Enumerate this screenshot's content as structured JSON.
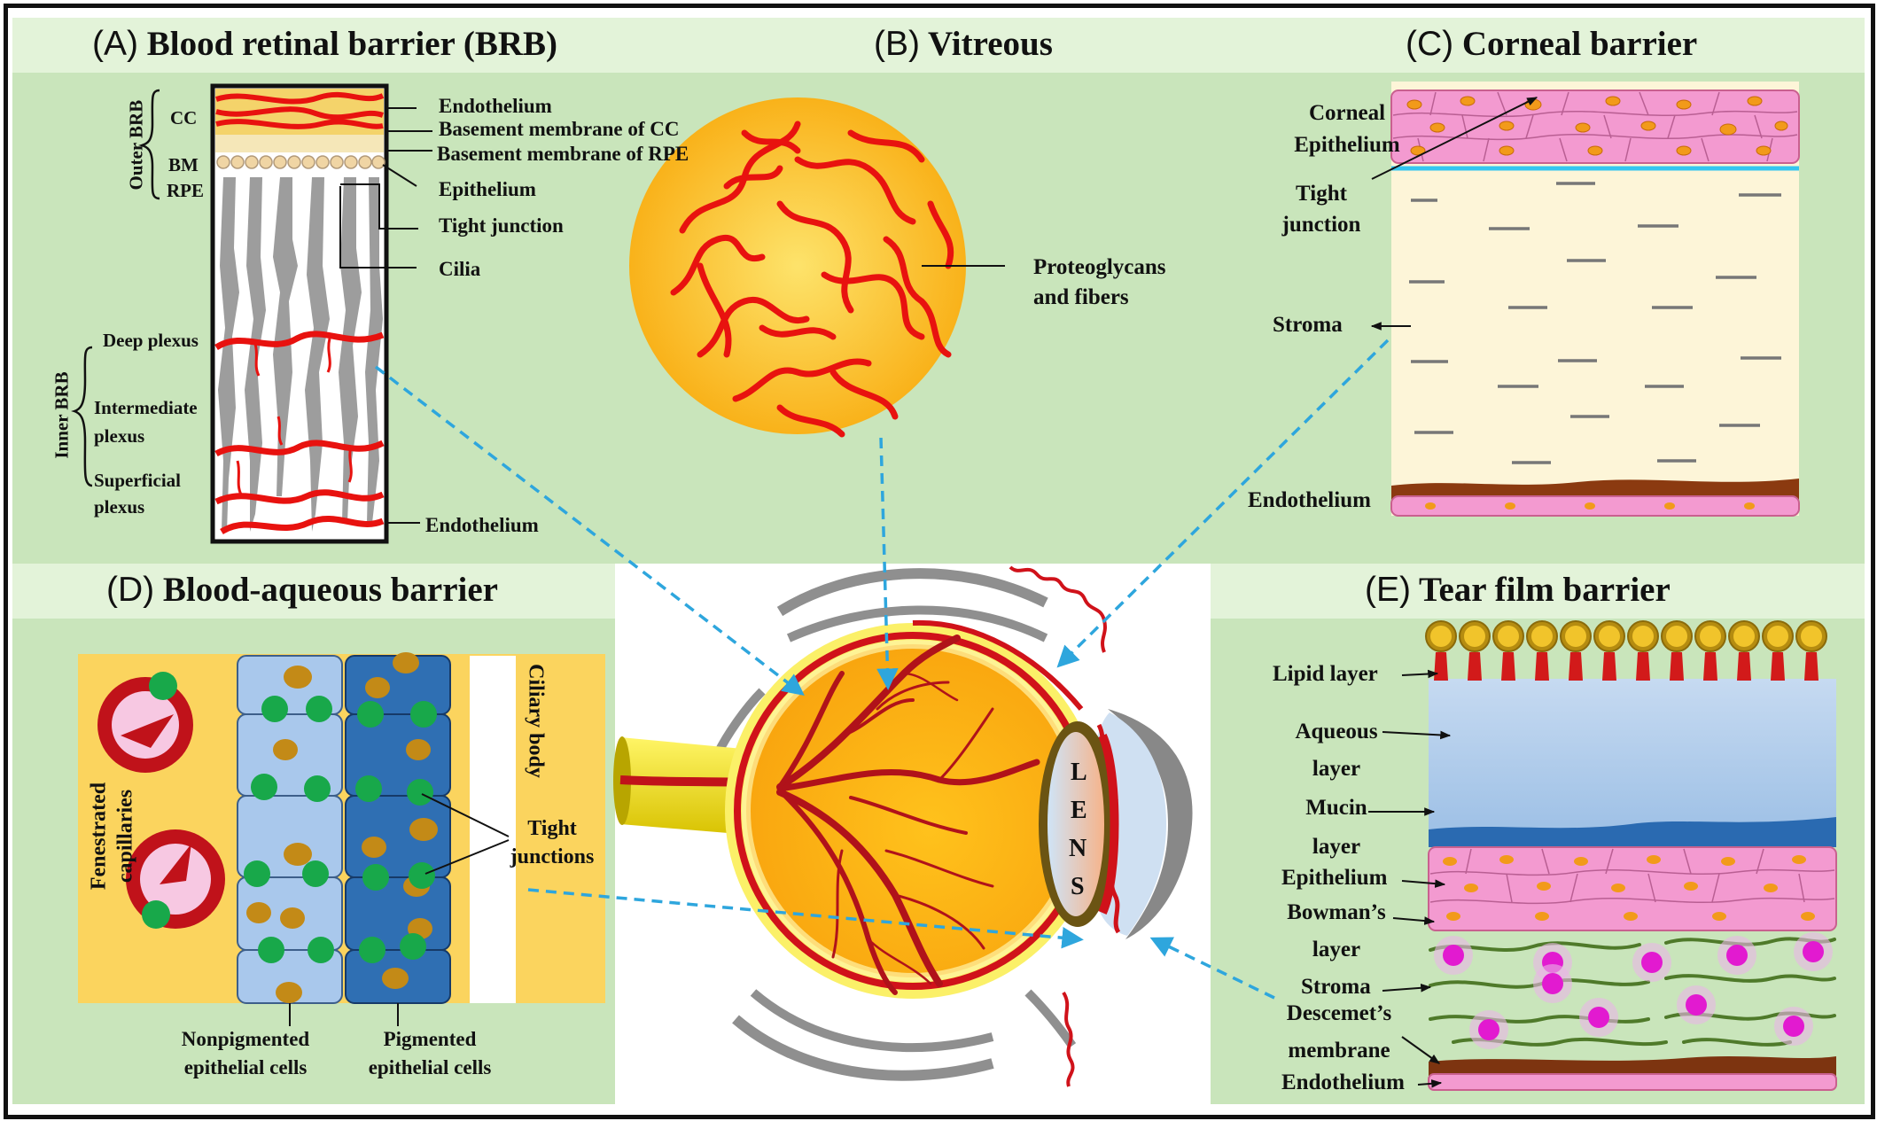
{
  "panels": {
    "A": {
      "letter": "(A)",
      "title": "Blood retinal barrier (BRB)",
      "labels": {
        "cc": "CC",
        "bm": "BM",
        "rpe": "RPE",
        "outer_brb": "Outer BRB",
        "inner_brb": "Inner BRB",
        "deep": "Deep plexus",
        "intermediate_1": "Intermediate",
        "intermediate_2": "plexus",
        "superficial_1": "Superficial",
        "superficial_2": "plexus",
        "endothelium_top": "Endothelium",
        "bm_cc": "Basement membrane of CC",
        "bm_rpe": "Basement membrane of RPE",
        "epithelium": "Epithelium",
        "tight_junction": "Tight junction",
        "cilia": "Cilia",
        "endothelium_bottom": "Endothelium"
      }
    },
    "B": {
      "letter": "(B)",
      "title": "Vitreous",
      "labels": {
        "pg_1": "Proteoglycans",
        "pg_2": "and fibers"
      }
    },
    "C": {
      "letter": "(C)",
      "title": "Corneal barrier",
      "labels": {
        "ce_1": "Corneal",
        "ce_2": "Epithelium",
        "tj_1": "Tight",
        "tj_2": "junction",
        "stroma": "Stroma",
        "endothelium": "Endothelium"
      }
    },
    "D": {
      "letter": "(D)",
      "title": "Blood-aqueous barrier",
      "labels": {
        "fenestrated_1": "Fenestrated",
        "fenestrated_2": "capillaries",
        "ciliary": "Ciliary body",
        "tj_1": "Tight",
        "tj_2": "junctions",
        "np_1": "Nonpigmented",
        "np_2": "epithelial cells",
        "p_1": "Pigmented",
        "p_2": "epithelial cells"
      }
    },
    "E": {
      "letter": "(E)",
      "title": "Tear film barrier",
      "labels": {
        "lipid": "Lipid layer",
        "aqueous_1": "Aqueous",
        "aqueous_2": "layer",
        "mucin_1": "Mucin",
        "mucin_2": "layer",
        "epithelium": "Epithelium",
        "bowman_1": "Bowman’s",
        "bowman_2": "layer",
        "stroma": "Stroma",
        "descemet_1": "Descemet’s",
        "descemet_2": "membrane",
        "endothelium": "Endothelium"
      }
    }
  },
  "eye": {
    "lens_letters": [
      "L",
      "E",
      "N",
      "S"
    ]
  },
  "colors": {
    "panel_green": "#c9e5bb",
    "header_green": "#e3f3d9",
    "vessel_red": "#e8120f",
    "arrow_blue": "#2ea6dd",
    "vitreous_orange": "#f9b21a",
    "cornea_pink": "#f39ad0",
    "stroma_cream": "#fdf5d8",
    "aqueous_blue": "#a9c9ea",
    "pigmented_blue": "#2f6fb3",
    "nonpigmented_blue": "#a9c8ec",
    "tight_junction_green": "#18a84a",
    "melanin_brown": "#c38a17"
  }
}
